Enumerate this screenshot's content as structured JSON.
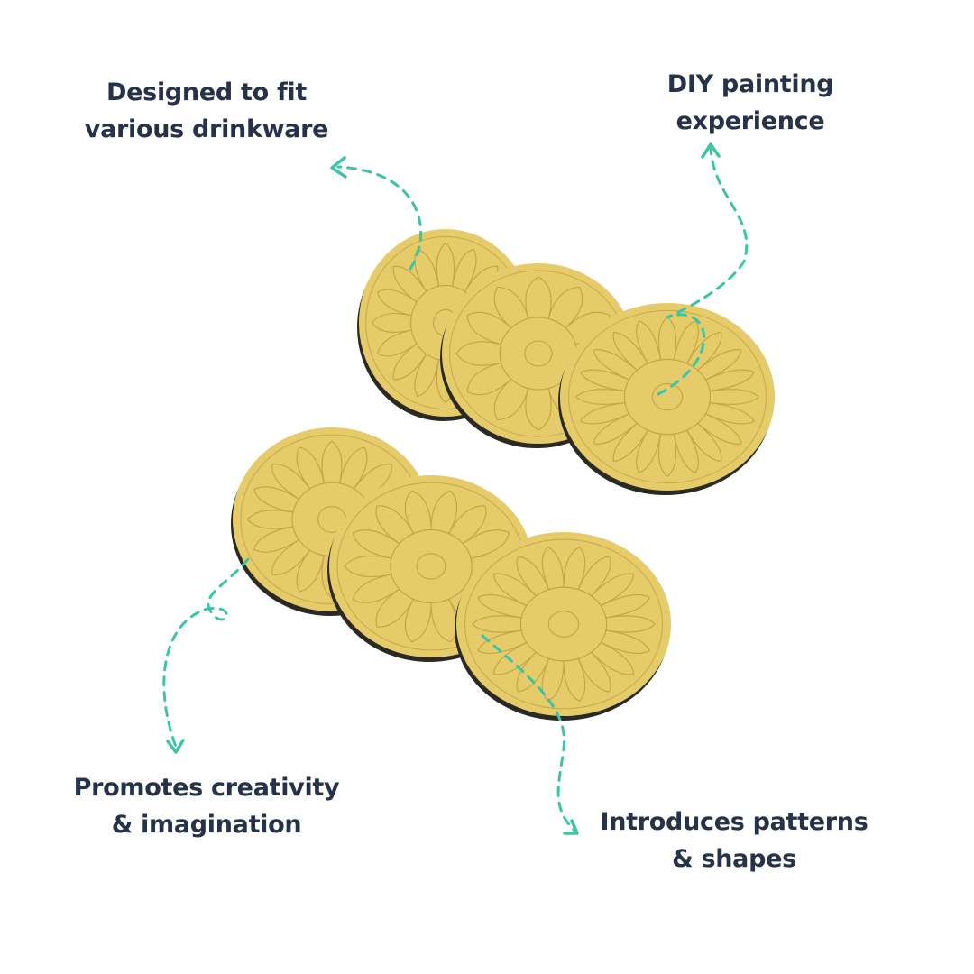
{
  "features": [
    {
      "line1": "Designed to fit",
      "line2": "various drinkware"
    },
    {
      "line1": "DIY painting",
      "line2": "experience"
    },
    {
      "line1": "Promotes creativity",
      "line2": "& imagination"
    },
    {
      "line1": "Introduces patterns",
      "line2": "& shapes"
    }
  ],
  "colors": {
    "text": "#26324a",
    "accent": "#3cc4a8",
    "coaster": "#e6cb6a",
    "coaster_edge": "#2a2a22",
    "engraving": "#b89a3a"
  },
  "product": {
    "coaster_count": 6
  }
}
